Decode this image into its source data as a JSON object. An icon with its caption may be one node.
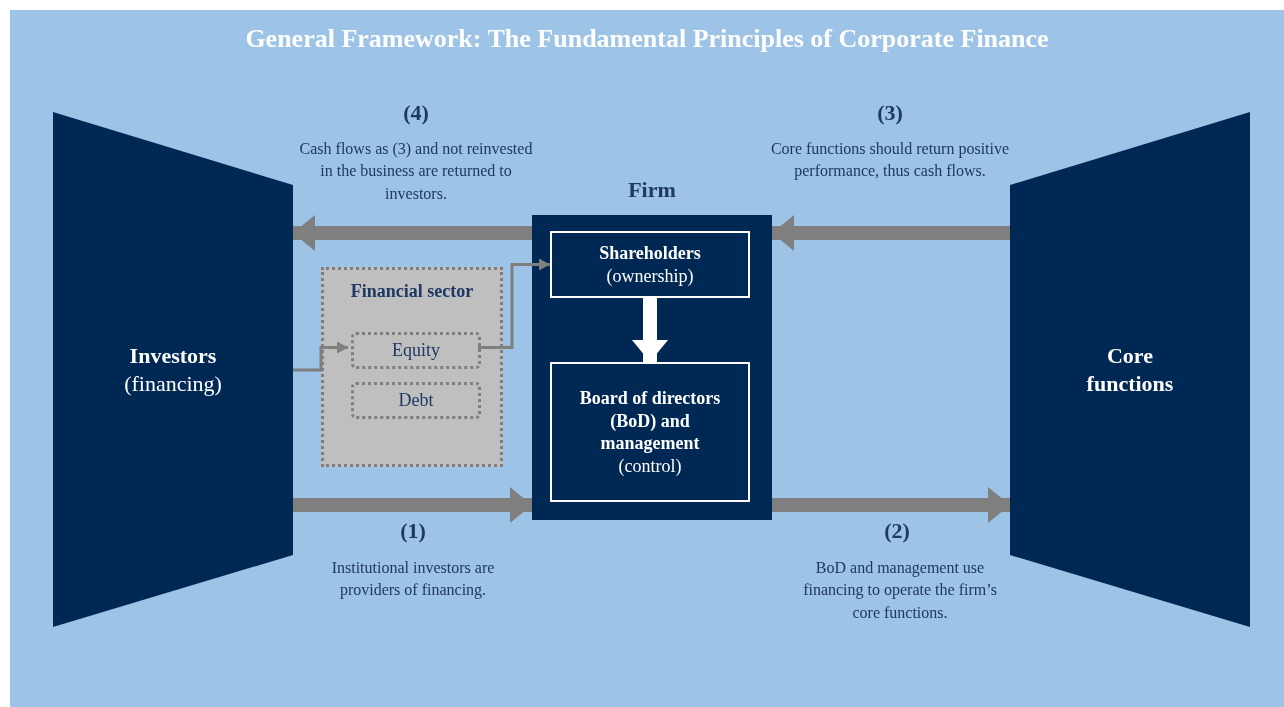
{
  "diagram": {
    "title": "General Framework: The Fundamental Principles of Corporate Finance",
    "nodes": [
      {
        "text": [
          "Investors",
          "(financing)"
        ]
      },
      {
        "text": [
          "Financial sector"
        ]
      },
      {
        "text": [
          "Equity"
        ],
        "in": 1
      },
      {
        "text": [
          "Debt"
        ],
        "in": 1
      },
      {
        "text": [
          "Firm"
        ]
      },
      {
        "text": [
          "Shareholders",
          "(ownership)"
        ],
        "in": 4
      },
      {
        "text": [
          "Board of directors (BoD) and management",
          "(control)"
        ],
        "in": 4
      },
      {
        "text": [
          "Core functions"
        ]
      }
    ],
    "edges": [
      {
        "from": 0,
        "to": 2,
        "arrow": "to"
      },
      {
        "from": 2,
        "to": 5,
        "arrow": "to"
      },
      {
        "from": 5,
        "to": 6,
        "arrow": "to",
        "color": "#ffffff"
      },
      {
        "from": 0,
        "to": 4,
        "arrow": "to",
        "label": "(1)"
      },
      {
        "from": 4,
        "to": 7,
        "arrow": "to",
        "label": "(2)"
      },
      {
        "from": 7,
        "to": 4,
        "arrow": "to",
        "label": "(3)"
      },
      {
        "from": 4,
        "to": 0,
        "arrow": "to",
        "label": "(4)"
      }
    ],
    "labels": [
      "Cash flows as (3) and not reinvested in the business are returned to investors.",
      "Core functions should return positive performance, thus cash flows.",
      "Institutional investors are providers of financing.",
      "BoD and management use financing to operate the firm’s core functions."
    ]
  }
}
